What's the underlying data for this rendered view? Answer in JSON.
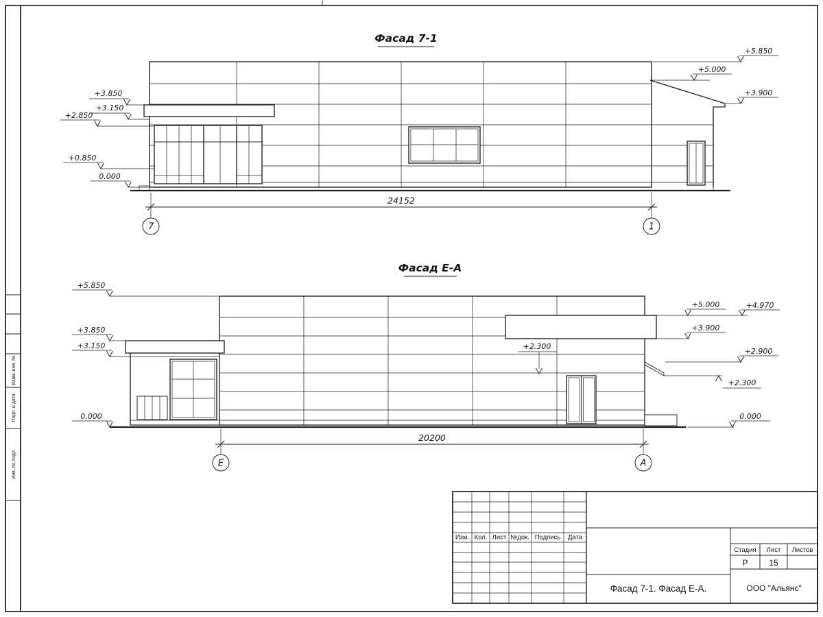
{
  "frame": {
    "stamp_labels": [
      "Взам. инв. №",
      "Подп. и дата",
      "Инв. № подл."
    ]
  },
  "facade1": {
    "title": "Фасад 7-1",
    "dimension": "24152",
    "axes": [
      "7",
      "1"
    ],
    "elev_left": [
      "+3.850",
      "+3.150",
      "+2.850",
      "+0.850",
      "0.000"
    ],
    "elev_right": [
      "+5.850",
      "+5.000",
      "+3.900"
    ]
  },
  "facade2": {
    "title": "Фасад Е-А",
    "dimension": "20200",
    "axes": [
      "Е",
      "А"
    ],
    "note": "+2.300",
    "elev_left": [
      "+5.850",
      "+3.850",
      "+3.150",
      "0.000"
    ],
    "elev_right": [
      "+5.000",
      "+4.970",
      "+3.900",
      "+2.900",
      "+2.300",
      "0.000"
    ]
  },
  "titleblock": {
    "columns": [
      "Изм.",
      "Кол.",
      "Лист",
      "№док.",
      "Подпись",
      "Дата"
    ],
    "stage_label": "Стадия",
    "sheet_label": "Лист",
    "sheets_label": "Листов",
    "stage": "Р",
    "sheet": "15",
    "doc_title": "Фасад 7-1. Фасад Е-А.",
    "company": "ООО \"Альянс\""
  }
}
